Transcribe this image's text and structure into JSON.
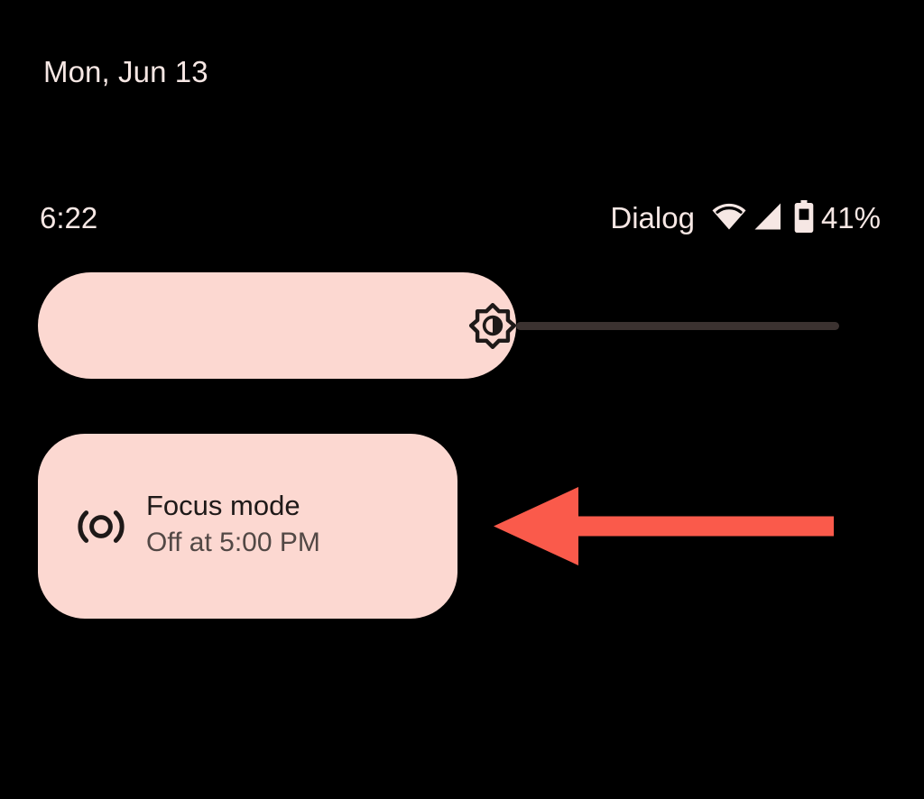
{
  "screen": {
    "name": "android-quick-settings-shade",
    "background_color": "#000000"
  },
  "date_row": {
    "date_text": "Mon, Jun 13",
    "text_color": "#F6E7E4"
  },
  "status_bar": {
    "clock": "6:22",
    "carrier": "Dialog",
    "battery_percent": "41%",
    "icons": [
      {
        "name": "wifi-icon",
        "label": "Wi-Fi connected"
      },
      {
        "name": "cellular-signal-icon",
        "label": "Mobile signal"
      },
      {
        "name": "battery-icon",
        "label": "Battery"
      }
    ],
    "icon_color": "#F6E7E4"
  },
  "brightness_slider": {
    "name": "brightness-slider",
    "icon": "brightness-auto-icon",
    "fill_color": "#FCD8D1",
    "track_color": "#3B3230",
    "fill_percent": 60,
    "value_label": ""
  },
  "focus_tile": {
    "name": "focus-mode-tile",
    "icon": "focus-mode-icon",
    "title": "Focus mode",
    "subtitle": "Off at 5:00 PM",
    "state": "off",
    "background_color": "#FCD8D1",
    "title_color": "#1E1918",
    "subtitle_color": "#524845"
  },
  "annotation": {
    "name": "pointer-arrow",
    "direction": "left",
    "color": "#FA5A4B",
    "points_to": "focus-mode-tile"
  }
}
